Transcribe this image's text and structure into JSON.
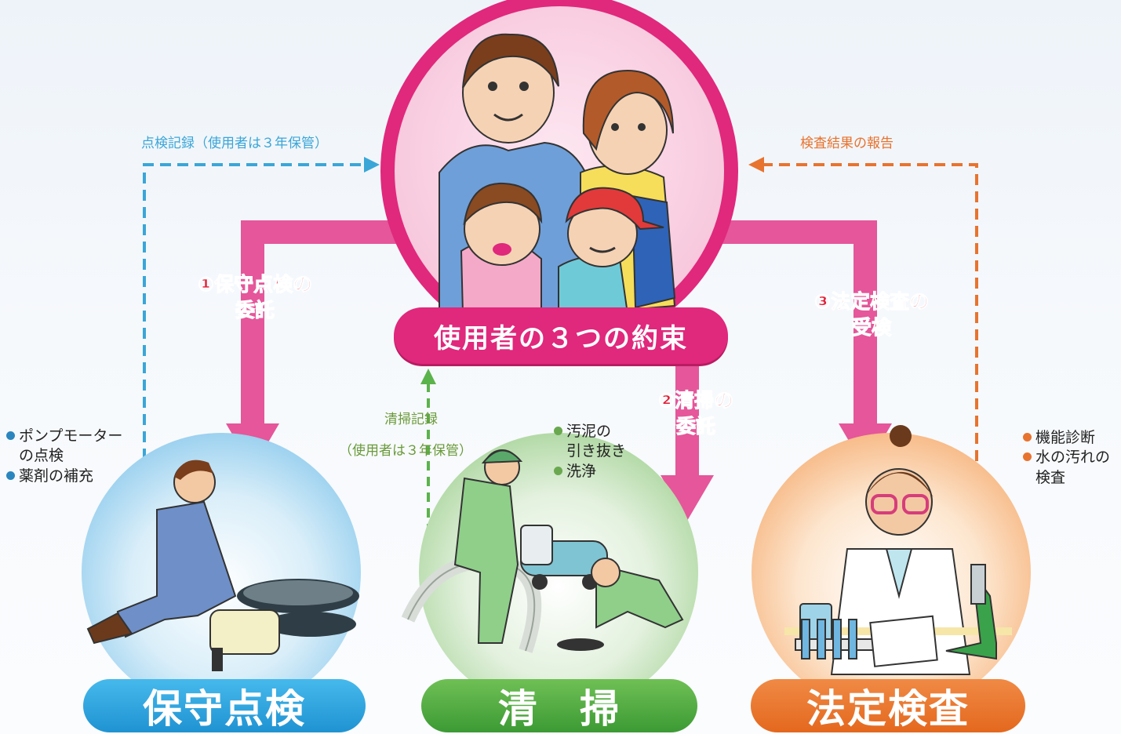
{
  "center": {
    "title": "使用者の３つの約束"
  },
  "flows": {
    "inspection_record": "点検記録（使用者は３年保管）",
    "inspection_report": "検査結果の報告",
    "cleaning_record_1": "清掃記録",
    "cleaning_record_2": "（使用者は３年保管）"
  },
  "steps": {
    "maintenance_1": "①保守点検の",
    "maintenance_2": "委託",
    "cleaning_1": "②清掃の",
    "cleaning_2": "委託",
    "inspection_1": "③法定検査の",
    "inspection_2": "受検"
  },
  "bullets": {
    "maintenance": {
      "a1": "ポンプモーター",
      "a2": "の点検",
      "b": "薬剤の補充"
    },
    "cleaning": {
      "a1": "汚泥の",
      "a2": "引き抜き",
      "b": "洗浄"
    },
    "inspection": {
      "a": "機能診断",
      "b1": "水の汚れの",
      "b2": "検査"
    }
  },
  "buttons": {
    "maintenance": "保守点検",
    "cleaning": "清　掃",
    "inspection": "法定検査"
  },
  "colors": {
    "pink": "#e0287c",
    "blue": "#3aa6d8",
    "green": "#6aa84f",
    "orange": "#e8732e",
    "red_text": "#e0223b"
  }
}
